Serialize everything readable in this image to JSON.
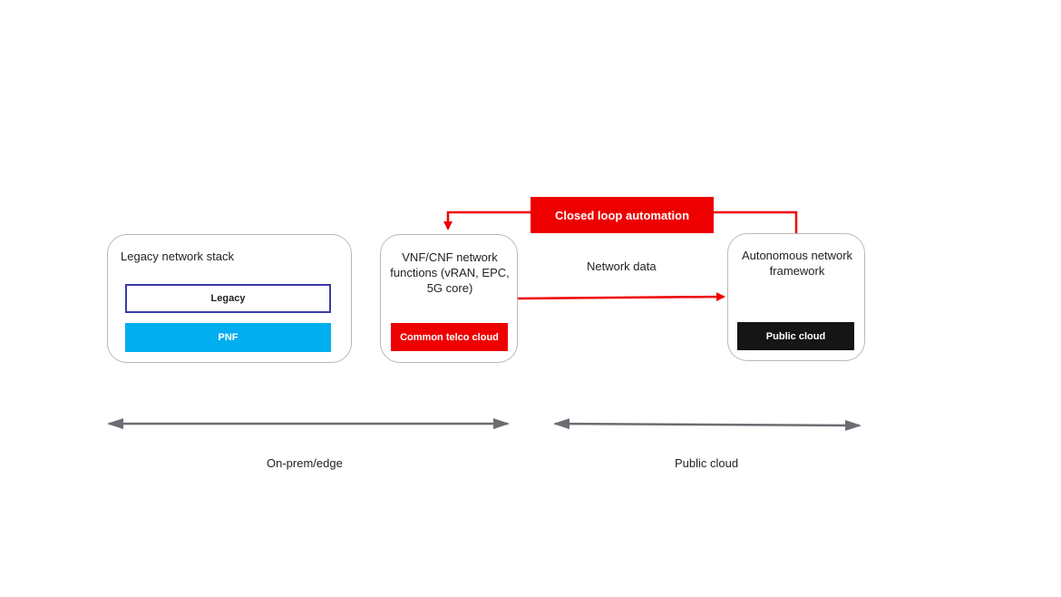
{
  "diagram": {
    "automation_label": "Closed loop automation",
    "network_data_label": "Network data",
    "legacy_panel": {
      "title": "Legacy network stack",
      "legacy_chip": "Legacy",
      "pnf_chip": "PNF"
    },
    "vnf_panel": {
      "title": "VNF/CNF network functions (vRAN, EPC, 5G core)",
      "chip": "Common telco cloud"
    },
    "autonomous_panel": {
      "title": "Autonomous network framework",
      "chip": "Public cloud"
    },
    "scope_labels": {
      "on_prem": "On-prem/edge",
      "public_cloud": "Public cloud"
    }
  },
  "colors": {
    "red": "#ee0000",
    "pnf_blue": "#00aeef",
    "legacy_border": "#3a3aa8",
    "dark": "#151515",
    "gray_arrow": "#6a6e73",
    "panel_border": "#b9b9b9"
  }
}
